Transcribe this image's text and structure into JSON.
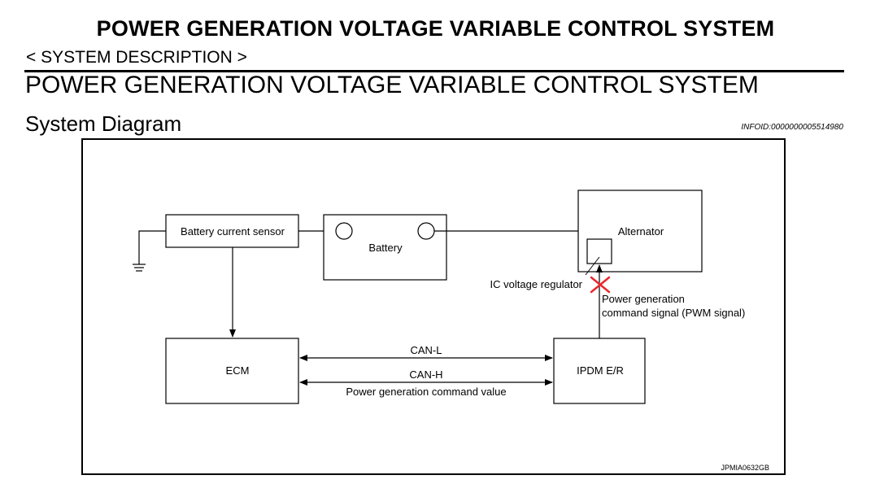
{
  "header": {
    "title": "POWER GENERATION VOLTAGE VARIABLE CONTROL SYSTEM",
    "section_label": "< SYSTEM DESCRIPTION >",
    "section_heading": "POWER GENERATION VOLTAGE VARIABLE CONTROL SYSTEM",
    "sub_heading": "System Diagram",
    "info_id": "INFOID:0000000005514980"
  },
  "diagram": {
    "blocks": {
      "battery_current_sensor": "Battery current sensor",
      "battery": "Battery",
      "alternator": "Alternator",
      "ecm": "ECM",
      "ipdm": "IPDM E/R"
    },
    "labels": {
      "ic_voltage_regulator": "IC voltage regulator",
      "pwm_signal_line1": "Power generation",
      "pwm_signal_line2": "command signal (PWM signal)",
      "can_l": "CAN-L",
      "can_h": "CAN-H",
      "command_value": "Power generation command value"
    },
    "figure_code": "JPMIA0632GB",
    "colors": {
      "line": "#000000",
      "cross_mark": "#e8282d"
    }
  }
}
